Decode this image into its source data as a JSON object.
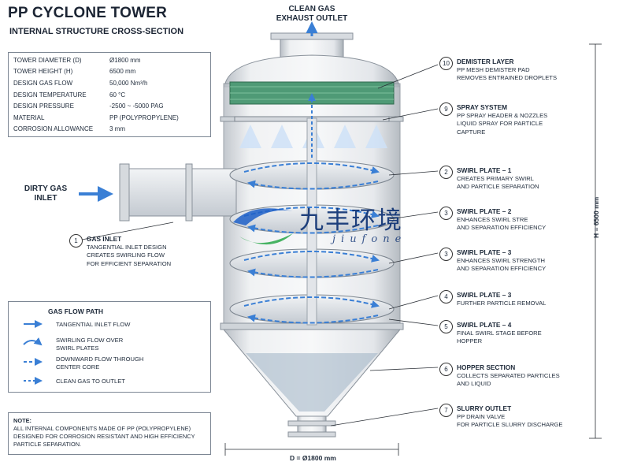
{
  "title": "PP CYCLONE TOWER",
  "subtitle": "INTERNAL STRUCTURE CROSS-SECTION",
  "specs": [
    {
      "label": "TOWER DIAMETER (D)",
      "value": "Ø1800 mm"
    },
    {
      "label": "TOWER HEIGHT (H)",
      "value": "6500 mm"
    },
    {
      "label": "DESIGN GAS FLOW",
      "value": "50,000 Nm³/h"
    },
    {
      "label": "DESIGN TEMPERATURE",
      "value": "60 °C"
    },
    {
      "label": "DESIGN PRESSURE",
      "value": "-2500 ~ -5000 PAG"
    },
    {
      "label": "MATERIAL",
      "value": "PP (POLYPROPYLENE)"
    },
    {
      "label": "CORROSION ALLOWANCE",
      "value": "3 mm"
    }
  ],
  "labels": {
    "clean_gas": "CLEAN GAS\nEXHAUST OUTLET",
    "dirty_gas": "DIRTY GAS\nINLET",
    "height_dim": "H = 6500 mm",
    "diameter_dim": "D = Ø1800 mm"
  },
  "gas_inlet_callout": {
    "num": "1",
    "title": "GAS INLET",
    "text": "TANGENTIAL INLET DESIGN\nCREATES SWIRLING FLOW\nFOR EFFICIENT SEPARATION"
  },
  "legend": {
    "title": "GAS FLOW PATH",
    "items": [
      {
        "label": "TANGENTIAL INLET FLOW"
      },
      {
        "label": "SWIRLING FLOW OVER\nSWIRL PLATES"
      },
      {
        "label": "DOWNWARD FLOW THROUGH\nCENTER CORE"
      },
      {
        "label": "CLEAN GAS TO OUTLET"
      }
    ]
  },
  "note": {
    "heading": "NOTE:",
    "text": "ALL INTERNAL COMPONENTS MADE OF PP (POLYPROPYLENE)\nDESIGNED FOR CORROSION RESISTANT AND HIGH EFFICIENCY\nPARTICLE SEPARATION."
  },
  "callouts": [
    {
      "num": "10",
      "title": "DEMISTER LAYER",
      "text": "PP MESH DEMISTER PAD\nREMOVES ENTRAINED DROPLETS"
    },
    {
      "num": "9",
      "title": "SPRAY SYSTEM",
      "text": "PP SPRAY HEADER & NOZZLES\nLIQUID SPRAY FOR PARTICLE\nCAPTURE"
    },
    {
      "num": "2",
      "title": "SWIRL PLATE – 1",
      "text": "CREATES PRIMARY SWIRL\nAND PARTICLE SEPARATION"
    },
    {
      "num": "3",
      "title": "SWIRL PLATE – 2",
      "text": "ENHANCES SWIRL STRE\nAND SEPARATION EFFICIENCY"
    },
    {
      "num": "3",
      "title": "SWIRL PLATE – 3",
      "text": "ENHANCES SWIRL STRENGTH\nAND SEPARATION EFFICIENCY"
    },
    {
      "num": "4",
      "title": "SWIRL PLATE – 3",
      "text": "FURTHER PARTICLE REMOVAL"
    },
    {
      "num": "5",
      "title": "SWIRL PLATE – 4",
      "text": "FINAL SWIRL STAGE BEFORE\nHOPPER"
    },
    {
      "num": "6",
      "title": "HOPPER SECTION",
      "text": "COLLECTS SEPARATED PARTICLES\nAND LIQUID"
    },
    {
      "num": "7",
      "title": "SLURRY OUTLET",
      "text": "PP DRAIN VALVE\nFOR PARTICLE SLURRY DISCHARGE"
    }
  ],
  "watermark": {
    "cn": "九丰环境",
    "en": "jiufone"
  },
  "colors": {
    "flow": "#3a7fd5",
    "demister": "#3f8f6a",
    "shell": "#c9ced4",
    "text": "#1b2433"
  }
}
